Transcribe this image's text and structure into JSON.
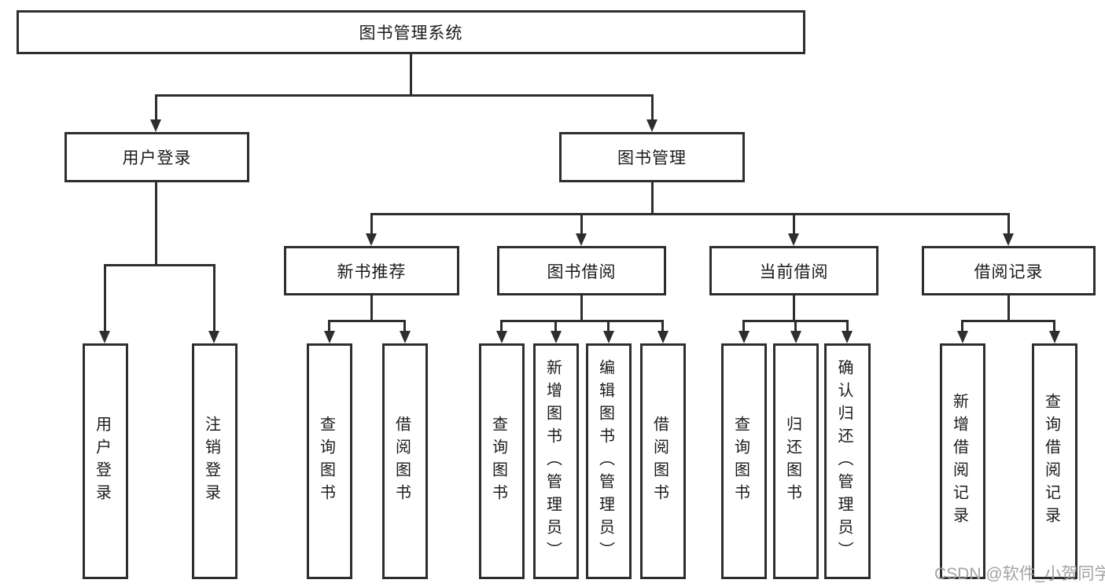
{
  "colors": {
    "line": "#2e2e2e",
    "text": "#1b1b1b",
    "watermark": "#a3a3a3"
  },
  "watermark": "CSDN @软件_小贺同学",
  "tree": {
    "root": {
      "label": "图书管理系统",
      "children": [
        {
          "label": "用户登录",
          "children": [
            {
              "label": "用户登录"
            },
            {
              "label": "注销登录"
            }
          ]
        },
        {
          "label": "图书管理",
          "children": [
            {
              "label": "新书推荐",
              "children": [
                {
                  "label": "查询图书"
                },
                {
                  "label": "借阅图书"
                }
              ]
            },
            {
              "label": "图书借阅",
              "children": [
                {
                  "label": "查询图书"
                },
                {
                  "label": "新增图书（管理员）"
                },
                {
                  "label": "编辑图书（管理员）"
                },
                {
                  "label": "借阅图书"
                }
              ]
            },
            {
              "label": "当前借阅",
              "children": [
                {
                  "label": "查询图书"
                },
                {
                  "label": "归还图书"
                },
                {
                  "label": "确认归还（管理员）"
                }
              ]
            },
            {
              "label": "借阅记录",
              "children": [
                {
                  "label": "新增借阅记录"
                },
                {
                  "label": "查询借阅记录"
                }
              ]
            }
          ]
        }
      ]
    }
  }
}
